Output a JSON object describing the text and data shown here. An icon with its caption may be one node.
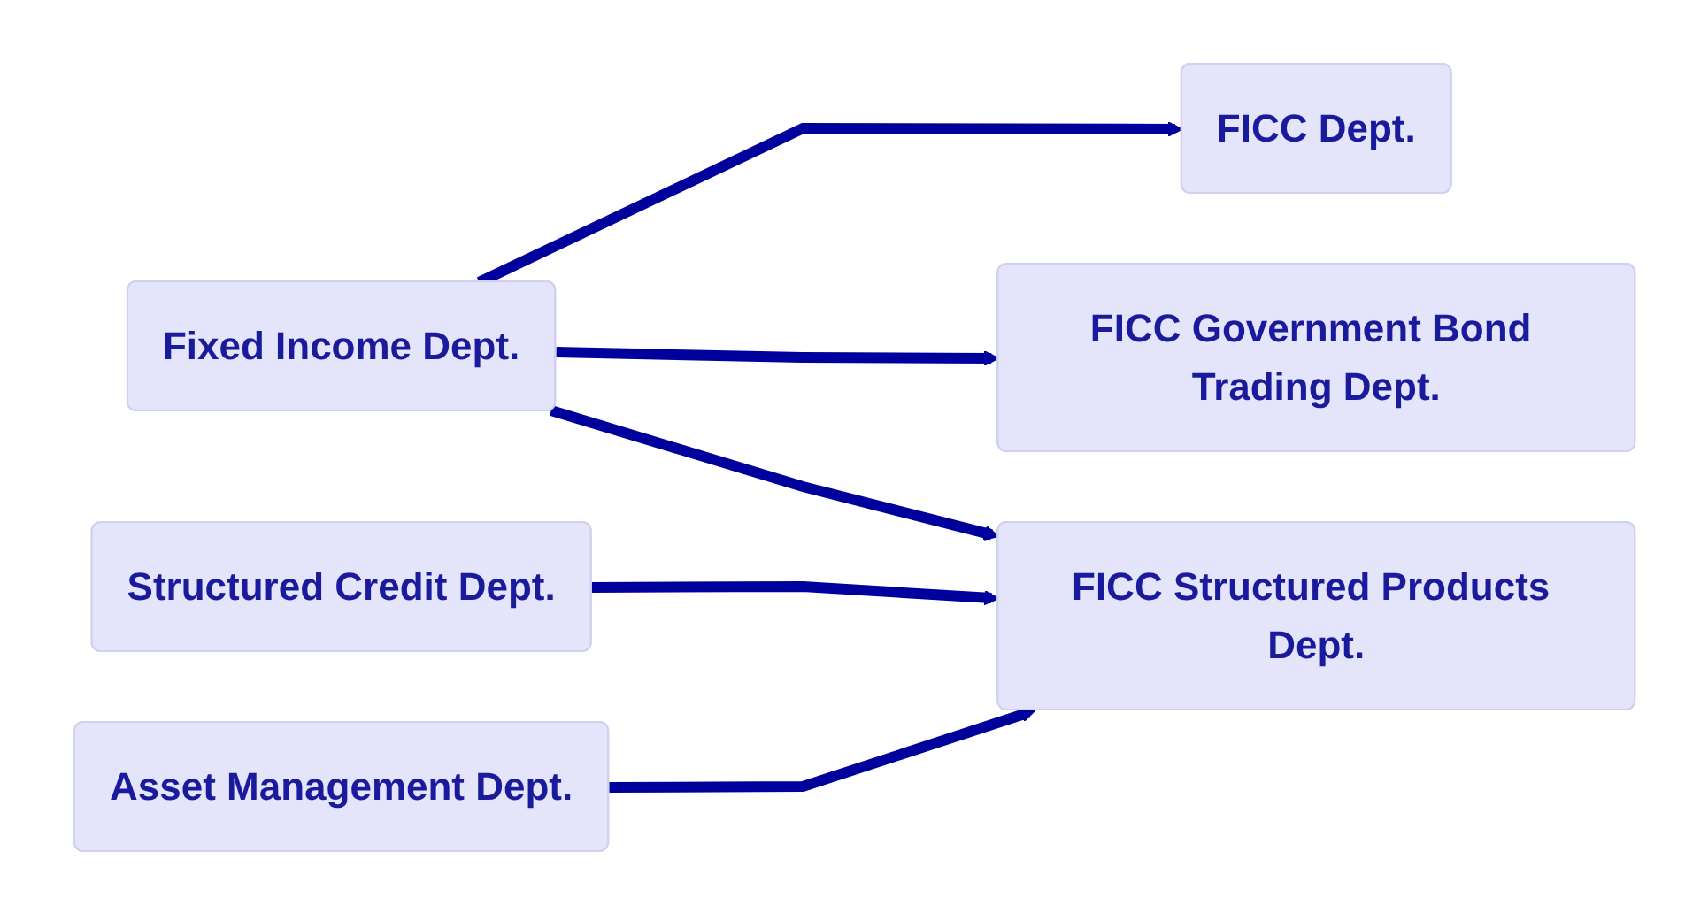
{
  "diagram": {
    "nodes": [
      {
        "text": [
          "Fixed Income Dept."
        ]
      },
      {
        "text": [
          "Structured Credit Dept."
        ]
      },
      {
        "text": [
          "Asset Management Dept."
        ]
      },
      {
        "text": [
          "FICC Dept."
        ]
      },
      {
        "text": [
          "FICC Government Bond Trading Dept."
        ]
      },
      {
        "text": [
          "FICC Structured Products Dept."
        ]
      }
    ],
    "edges": [
      {
        "from": 0,
        "to": 3,
        "arrow": "to"
      },
      {
        "from": 0,
        "to": 4,
        "arrow": "to"
      },
      {
        "from": 0,
        "to": 5,
        "arrow": "to"
      },
      {
        "from": 1,
        "to": 5,
        "arrow": "to"
      },
      {
        "from": 2,
        "to": 5,
        "arrow": "to"
      }
    ]
  }
}
